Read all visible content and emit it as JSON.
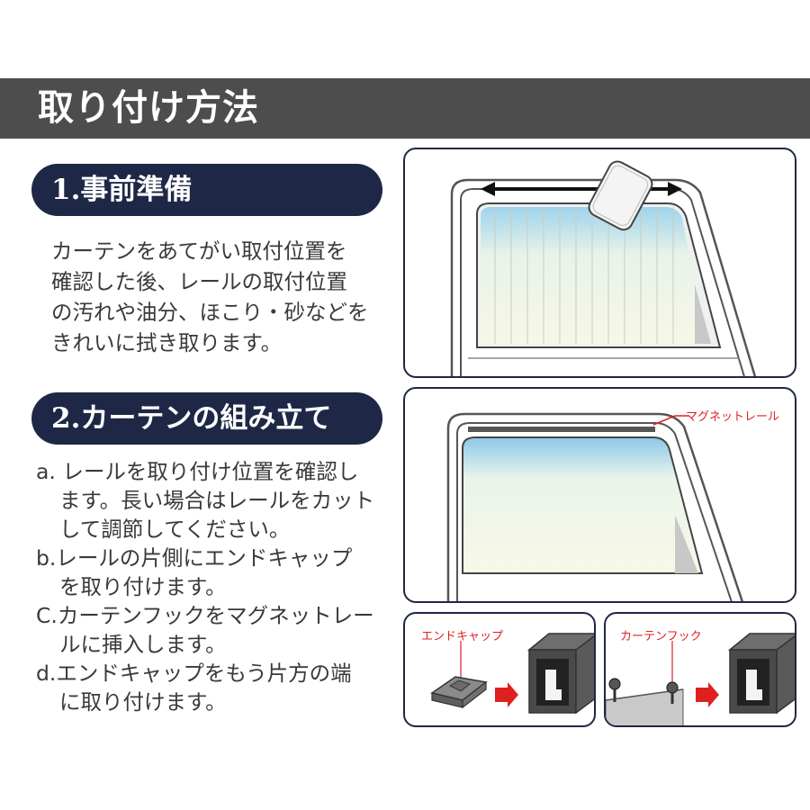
{
  "header": {
    "title": "取り付け方法"
  },
  "section1": {
    "title": "1.事前準備",
    "lines": [
      "カーテンをあてがい取付位置を",
      "確認した後、レールの取付位置",
      "の汚れや油分、ほこり・砂などを",
      "きれいに拭き取ります。"
    ]
  },
  "section2": {
    "title": "2.カーテンの組み立て",
    "steps": [
      {
        "lines": [
          "a. レールを取り付け位置を確認し",
          "ます。長い場合はレールをカット",
          "して調節してください。"
        ]
      },
      {
        "lines": [
          "b.レールの片側にエンドキャップ",
          "を取り付けます。"
        ]
      },
      {
        "lines": [
          "C.カーテンフックをマグネットレー",
          "ルに挿入します。"
        ]
      },
      {
        "lines": [
          "d.エンドキャップをもう片方の端",
          "に取り付けます。"
        ]
      }
    ]
  },
  "figures": {
    "magnet_rail_label": "マグネットレール",
    "end_cap_label": "エンドキャップ",
    "curtain_hook_label": "カーテンフック"
  },
  "colors": {
    "header_bg": "#4d4d4d",
    "pill_bg": "#1e2846",
    "panel_border": "#1e2846",
    "callout_red": "#e02020"
  }
}
